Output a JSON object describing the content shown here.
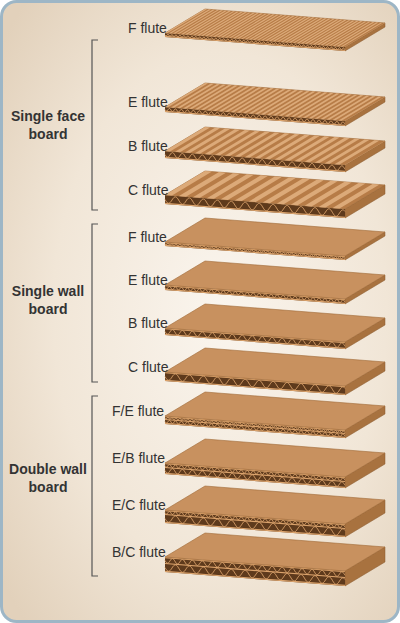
{
  "diagram": {
    "labels": [
      "Single face board",
      "F flute",
      "E flute",
      "B flute",
      "C flute",
      "Single wall board",
      "F flute",
      "E flute",
      "B flute",
      "C flute",
      "Double wall board",
      "F/E flute",
      "E/B flute",
      "E/C flute",
      "B/C flute"
    ]
  }
}
